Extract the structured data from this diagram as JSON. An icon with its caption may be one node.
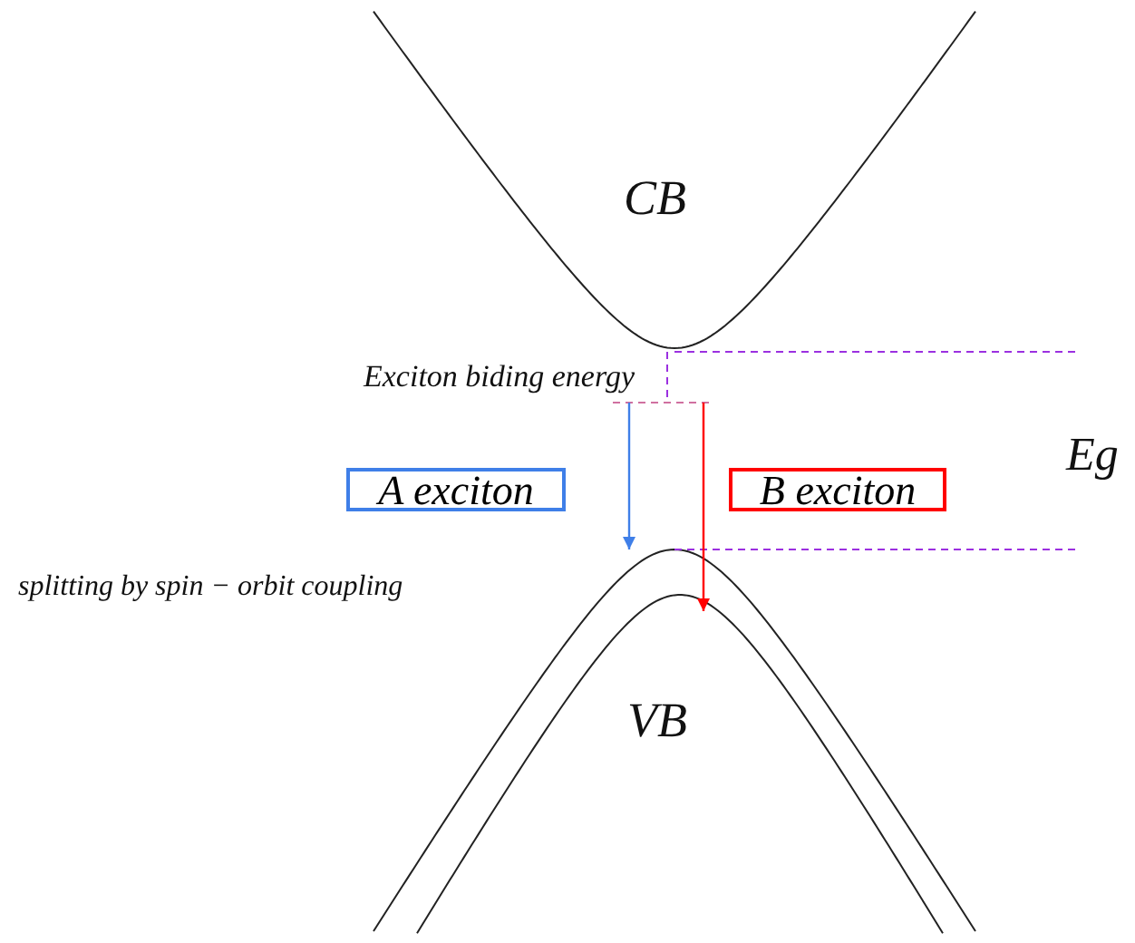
{
  "diagram": {
    "nodes": [
      {
        "text": [
          "A exciton"
        ]
      },
      {
        "text": [
          "B exciton"
        ]
      }
    ],
    "labels": [
      "CB",
      "Exciton biding energy",
      "Eg",
      "splitting by spin − orbit coupling",
      "VB"
    ]
  }
}
